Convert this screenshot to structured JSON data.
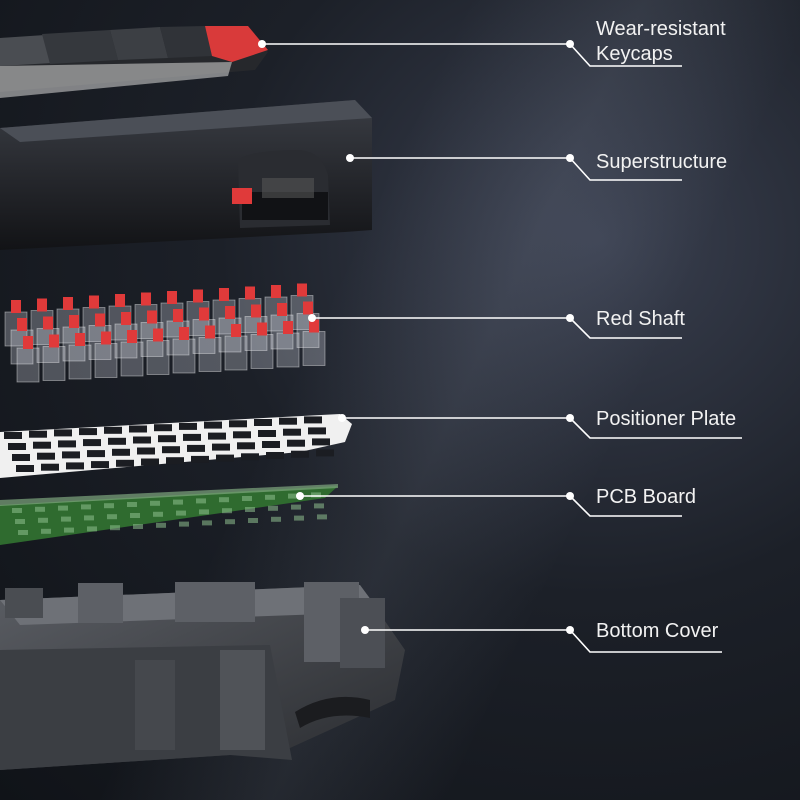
{
  "diagram": {
    "callouts": [
      {
        "id": "keycaps",
        "lines": [
          "Wear-resistant",
          "Keycaps"
        ]
      },
      {
        "id": "superstructure",
        "lines": [
          "Superstructure"
        ]
      },
      {
        "id": "red-shaft",
        "lines": [
          "Red Shaft"
        ]
      },
      {
        "id": "positioner-plate",
        "lines": [
          "Positioner Plate"
        ]
      },
      {
        "id": "pcb-board",
        "lines": [
          "PCB Board"
        ]
      },
      {
        "id": "bottom-cover",
        "lines": [
          "Bottom Cover"
        ]
      }
    ],
    "colors": {
      "background": "#1c2028",
      "line": "#ffffff",
      "label": "#f2f2f2",
      "switch_stem": "#e03a3a",
      "keycap_accent": "#d93a3a",
      "pcb": "#2f6b2f"
    }
  }
}
